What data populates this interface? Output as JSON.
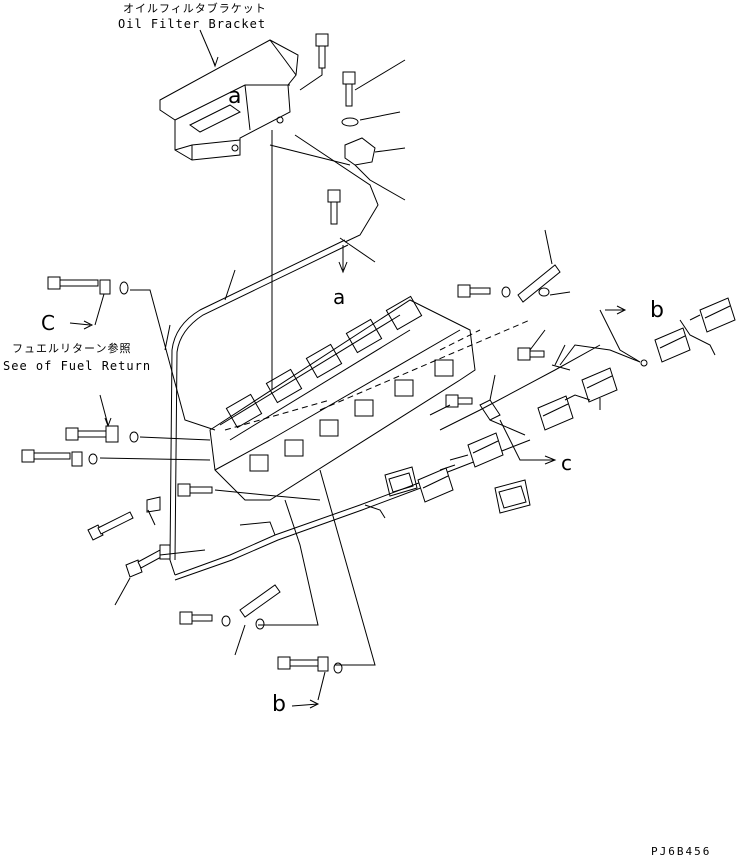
{
  "labels": {
    "oil_filter_bracket_jp": "オイルフィルタブラケット",
    "oil_filter_bracket_en": "Oil Filter Bracket",
    "fuel_return_jp": "フュエルリターン参照",
    "fuel_return_en": "See of Fuel Return",
    "ref_a_top": "a",
    "ref_a_mid": "a",
    "ref_b_right": "b",
    "ref_b_bottom": "b",
    "ref_c_left": "C",
    "ref_c_right": "c",
    "drawing_code": "PJ6B456"
  }
}
